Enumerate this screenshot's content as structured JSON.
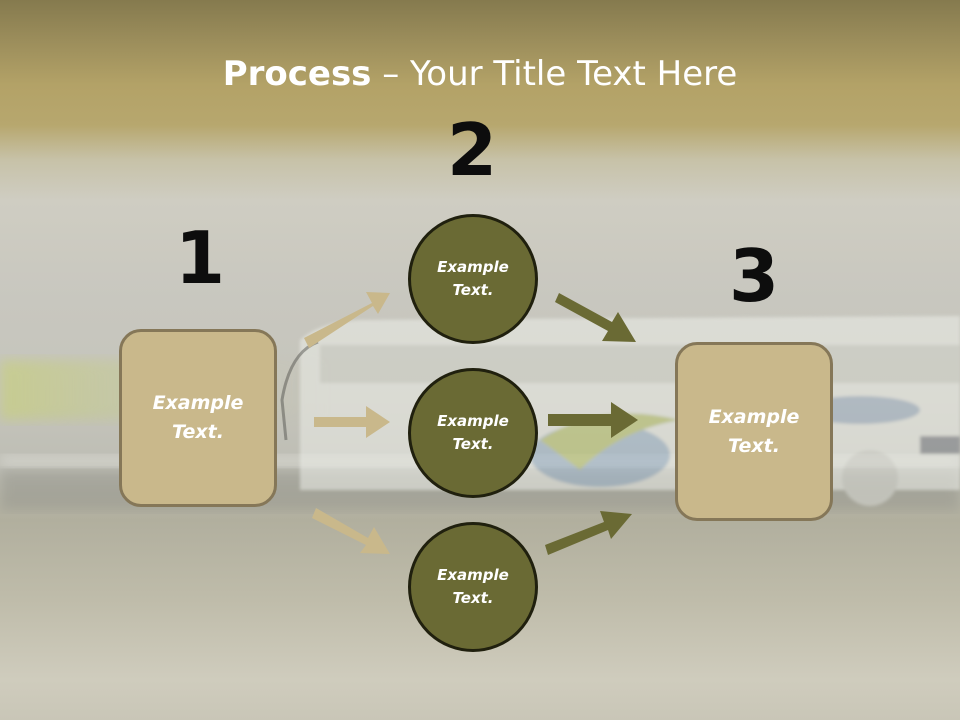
{
  "title": {
    "bold": "Process",
    "rest": " – Your Title Text Here"
  },
  "steps": [
    {
      "number": "1",
      "label": "Example Text."
    },
    {
      "number": "2",
      "label": "Example Text."
    },
    {
      "number": "3",
      "label": "Example Text."
    }
  ],
  "circles": [
    {
      "label": "Example Text."
    },
    {
      "label": "Example Text."
    },
    {
      "label": "Example Text."
    }
  ],
  "colors": {
    "box_fill": "#c9b88b",
    "circle_fill": "#6a6a34",
    "arrow_light": "#c9b88b",
    "arrow_dark": "#6a6a34"
  }
}
